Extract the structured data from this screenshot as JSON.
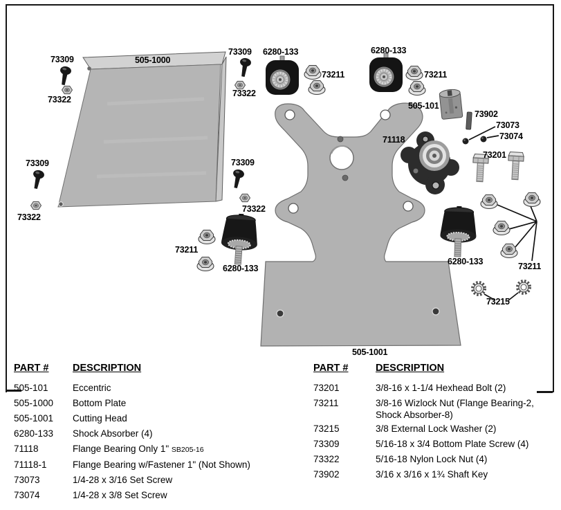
{
  "colors": {
    "frame": "#161616",
    "plate_gray": "#b5b5b5",
    "rubber_black": "#171717",
    "text": "#000000"
  },
  "diagram": {
    "callouts": [
      {
        "text": "73309"
      },
      {
        "text": "505-1000"
      },
      {
        "text": "73309"
      },
      {
        "text": "6280-133"
      },
      {
        "text": "73211"
      },
      {
        "text": "6280-133"
      },
      {
        "text": "73211"
      },
      {
        "text": "505-101"
      },
      {
        "text": "73902"
      },
      {
        "text": "73073"
      },
      {
        "text": "73074"
      },
      {
        "text": "71118"
      },
      {
        "text": "73201"
      },
      {
        "text": "73322"
      },
      {
        "text": "73322"
      },
      {
        "text": "73309"
      },
      {
        "text": "73309"
      },
      {
        "text": "73322"
      },
      {
        "text": "73322"
      },
      {
        "text": "73211"
      },
      {
        "text": "6280-133"
      },
      {
        "text": "6280-133"
      },
      {
        "text": "73211"
      },
      {
        "text": "73215"
      },
      {
        "text": "505-1001"
      }
    ]
  },
  "parts_list": {
    "headers": {
      "part": "PART #",
      "desc": "DESCRIPTION"
    },
    "left": {
      "rows": [
        {
          "part": "505-101",
          "desc": "Eccentric"
        },
        {
          "part": "505-1000",
          "desc": "Bottom Plate"
        },
        {
          "part": "505-1001",
          "desc": "Cutting Head"
        },
        {
          "part": "6280-133",
          "desc": "Shock Absorber (4)"
        },
        {
          "part": "71118",
          "desc": "Flange Bearing Only 1\"",
          "desc_small": "SB205-16"
        },
        {
          "part": "71118-1",
          "desc": "Flange Bearing w/Fastener 1\" (Not Shown)"
        },
        {
          "part": "73073",
          "desc": "1/4-28 x 3/16 Set Screw"
        },
        {
          "part": "73074",
          "desc": "1/4-28 x 3/8 Set Screw"
        }
      ]
    },
    "right": {
      "rows": [
        {
          "part": "73201",
          "desc": "3/8-16 x 1-1/4 Hexhead Bolt (2)"
        },
        {
          "part": "73211",
          "desc": "3/8-16 Wizlock Nut (Flange Bearing-2,",
          "desc2": "Shock Absorber-8)"
        },
        {
          "part": "73215",
          "desc": "3/8 External Lock Washer (2)"
        },
        {
          "part": "73309",
          "desc": "5/16-18 x 3/4 Bottom Plate Screw (4)"
        },
        {
          "part": "73322",
          "desc": "5/16-18 Nylon Lock Nut (4)"
        },
        {
          "part": "73902",
          "desc": "3/16 x 3/16 x 1¾ Shaft Key"
        }
      ]
    }
  }
}
